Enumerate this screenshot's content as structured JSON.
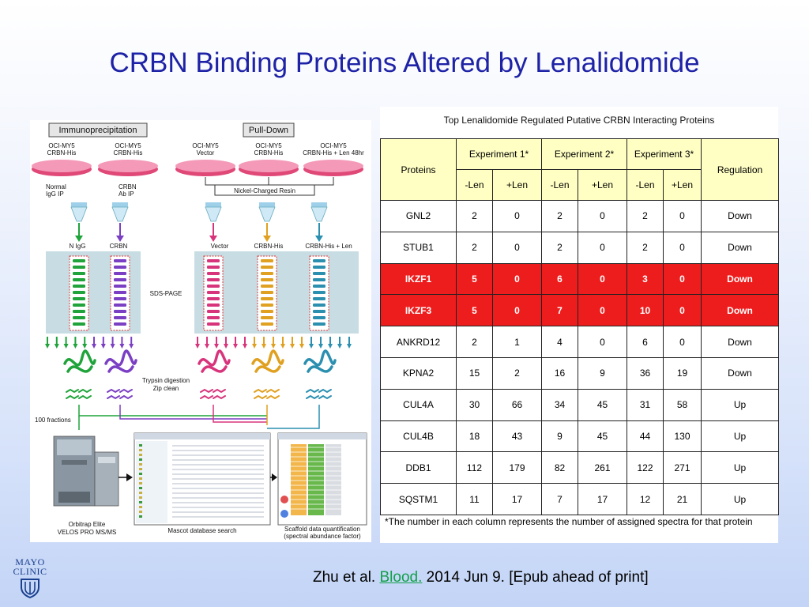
{
  "slide": {
    "title": "CRBN Binding Proteins Altered by Lenalidomide"
  },
  "figure": {
    "headers": {
      "ip": "Immunoprecipitation",
      "pulldown": "Pull-Down"
    },
    "cell_lines": [
      {
        "line1": "OCI-MY5",
        "line2": "CRBN-His"
      },
      {
        "line1": "OCI-MY5",
        "line2": "CRBN-His"
      },
      {
        "line1": "OCI-MY5",
        "line2": "Vector"
      },
      {
        "line1": "OCI-MY5",
        "line2": "CRBN-His"
      },
      {
        "line1": "OCI-MY5",
        "line2": "CRBN-His + Len 48hr"
      }
    ],
    "ip_labels": [
      {
        "line1": "Normal",
        "line2": "IgG IP"
      },
      {
        "line1": "CRBN",
        "line2": "Ab IP"
      }
    ],
    "resin_label": "Nickel-Charged Resin",
    "lane_labels": [
      "N IgG",
      "CRBN",
      "Vector",
      "CRBN-His",
      "CRBN-His + Len"
    ],
    "sds_page": "SDS-PAGE",
    "digestion": {
      "line1": "Trypsin digestion",
      "line2": "Zip clean"
    },
    "fractions": "100 fractions",
    "bottom_labels": [
      {
        "line1": "Orbitrap Elite",
        "line2": "VELOS PRO MS/MS"
      },
      {
        "line1": "Mascot database search",
        "line2": ""
      },
      {
        "line1": "Scaffold data quantification",
        "line2": "(spectral abundance factor)"
      }
    ],
    "lane_colors": [
      "#1fa33a",
      "#7b3fc4",
      "#d8347c",
      "#e0a020",
      "#2b8fb0"
    ]
  },
  "table": {
    "caption": "Top Lenalidomide Regulated Putative CRBN Interacting Proteins",
    "col_proteins": "Proteins",
    "col_regulation": "Regulation",
    "experiments": [
      "Experiment 1*",
      "Experiment 2*",
      "Experiment 3*"
    ],
    "sub_cols": [
      "-Len",
      "+Len",
      "-Len",
      "+Len",
      "-Len",
      "+Len"
    ],
    "rows": [
      {
        "protein": "GNL2",
        "values": [
          "2",
          "0",
          "2",
          "0",
          "2",
          "0"
        ],
        "regulation": "Down",
        "highlight": false
      },
      {
        "protein": "STUB1",
        "values": [
          "2",
          "0",
          "2",
          "0",
          "2",
          "0"
        ],
        "regulation": "Down",
        "highlight": false
      },
      {
        "protein": "IKZF1",
        "values": [
          "5",
          "0",
          "6",
          "0",
          "3",
          "0"
        ],
        "regulation": "Down",
        "highlight": true
      },
      {
        "protein": "IKZF3",
        "values": [
          "5",
          "0",
          "7",
          "0",
          "10",
          "0"
        ],
        "regulation": "Down",
        "highlight": true
      },
      {
        "protein": "ANKRD12",
        "values": [
          "2",
          "1",
          "4",
          "0",
          "6",
          "0"
        ],
        "regulation": "Down",
        "highlight": false
      },
      {
        "protein": "KPNA2",
        "values": [
          "15",
          "2",
          "16",
          "9",
          "36",
          "19"
        ],
        "regulation": "Down",
        "highlight": false
      },
      {
        "protein": "CUL4A",
        "values": [
          "30",
          "66",
          "34",
          "45",
          "31",
          "58"
        ],
        "regulation": "Up",
        "highlight": false
      },
      {
        "protein": "CUL4B",
        "values": [
          "18",
          "43",
          "9",
          "45",
          "44",
          "130"
        ],
        "regulation": "Up",
        "highlight": false
      },
      {
        "protein": "DDB1",
        "values": [
          "112",
          "179",
          "82",
          "261",
          "122",
          "271"
        ],
        "regulation": "Up",
        "highlight": false
      },
      {
        "protein": "SQSTM1",
        "values": [
          "11",
          "17",
          "7",
          "17",
          "12",
          "21"
        ],
        "regulation": "Up",
        "highlight": false
      }
    ],
    "footnote": "*The number in each column represents the number of assigned spectra for that protein",
    "highlight_color": "#ee1d1d",
    "header_color": "#ffffc4"
  },
  "logo": {
    "line1": "MAYO",
    "line2": "CLINIC",
    "icon": "mayo-shield-icon"
  },
  "citation": {
    "prefix": "Zhu et al.",
    "link_text": "Blood.",
    "suffix": "2014 Jun 9. [Epub ahead of print]"
  }
}
